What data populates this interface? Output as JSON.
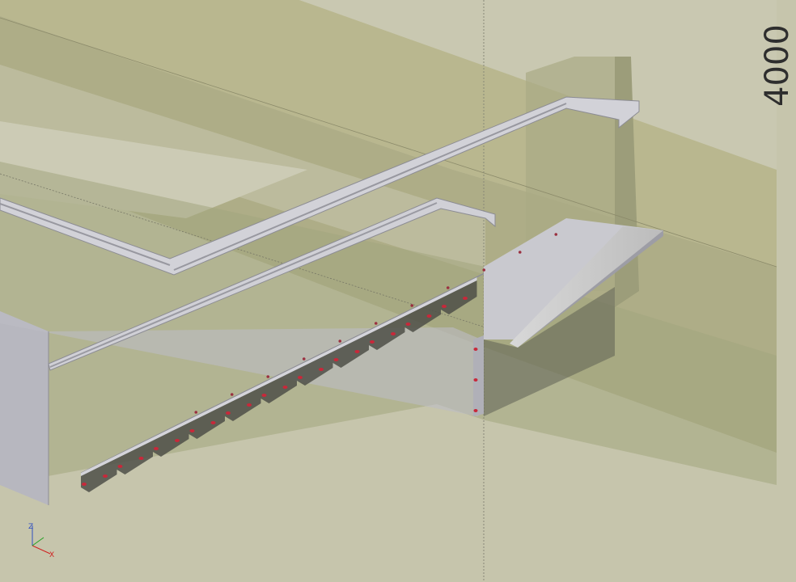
{
  "viewport": {
    "background": "#c6c5ac",
    "dimension_label": "4000"
  },
  "axes": {
    "z_label": "Z",
    "x_label": "X",
    "z_color": "#3050c0",
    "x_color": "#d02020",
    "y_color": "#20a020"
  },
  "model": {
    "stair_steps": 11,
    "bolt_color": "#c8283a",
    "steel_color": "#c3c3c9",
    "wall_color": "#a6a781"
  }
}
